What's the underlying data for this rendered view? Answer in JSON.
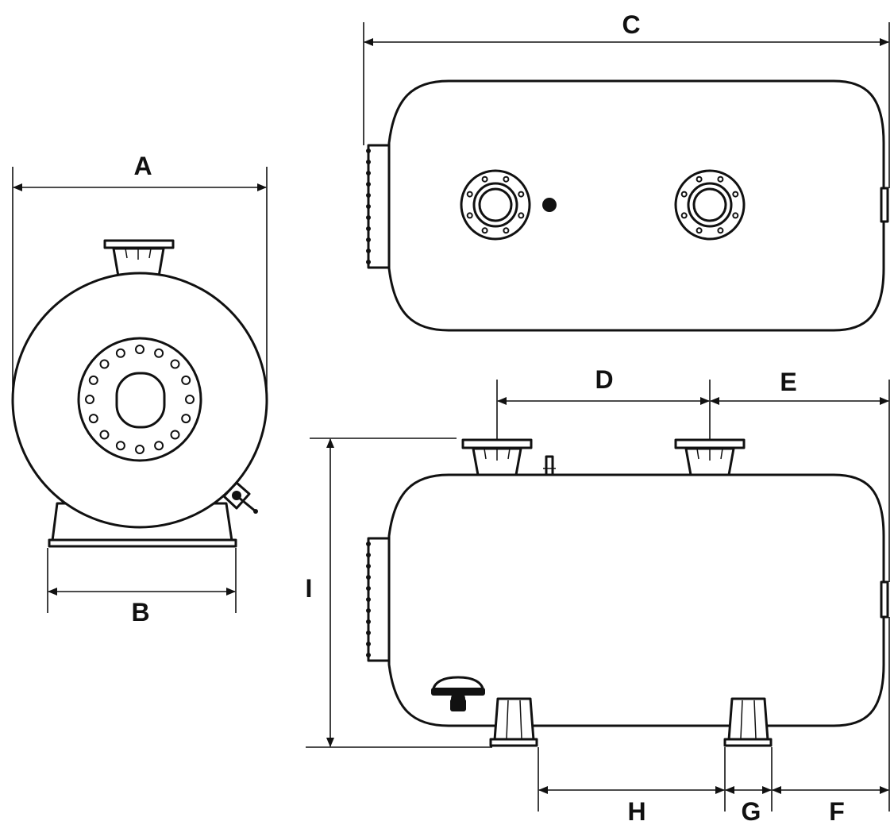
{
  "diagram": {
    "type": "technical-drawing",
    "views": [
      "end-view",
      "top-view",
      "side-view"
    ],
    "dimension_labels": {
      "A": "A",
      "B": "B",
      "C": "C",
      "D": "D",
      "E": "E",
      "F": "F",
      "G": "G",
      "H": "H",
      "I": "I"
    }
  }
}
